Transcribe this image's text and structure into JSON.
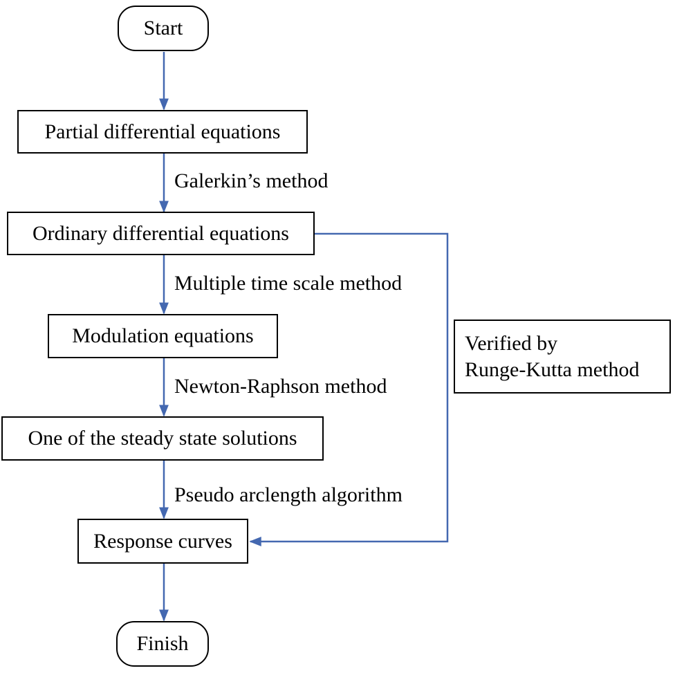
{
  "colors": {
    "arrow": "#4468b0",
    "box_border": "#000000",
    "text": "#000000",
    "background": "#ffffff"
  },
  "nodes": {
    "start": "Start",
    "pde": "Partial differential equations",
    "ode": "Ordinary differential equations",
    "modulation": "Modulation equations",
    "steady_state": "One of the steady state solutions",
    "response": "Response curves",
    "finish": "Finish"
  },
  "edge_labels": {
    "galerkin": "Galerkin’s method",
    "multiple_time_scale": "Multiple time scale method",
    "newton_raphson": "Newton-Raphson method",
    "pseudo_arclength": "Pseudo arclength algorithm"
  },
  "verification": {
    "line1": "Verified by",
    "line2": "Runge-Kutta method"
  }
}
